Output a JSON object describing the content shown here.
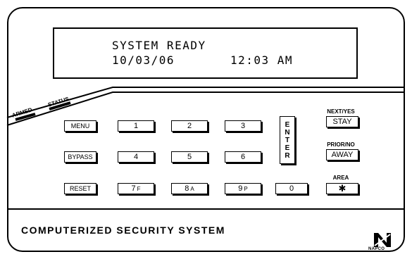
{
  "display": {
    "line1": "SYSTEM READY",
    "date": "10/03/06",
    "time": "12:03 AM"
  },
  "indicators": {
    "armed": "ARMED",
    "status": "STATUS"
  },
  "keys": {
    "menu": "MENU",
    "bypass": "BYPASS",
    "reset": "RESET",
    "k1": "1",
    "k2": "2",
    "k3": "3",
    "k4": "4",
    "k5": "5",
    "k6": "6",
    "k7": "7",
    "k7_sub": "F",
    "k8": "8",
    "k8_sub": "A",
    "k9": "9",
    "k9_sub": "P",
    "k0": "0",
    "enter": [
      "E",
      "N",
      "T",
      "E",
      "R"
    ],
    "stay": "STAY",
    "away": "AWAY",
    "area": "✱"
  },
  "function_labels": {
    "next_yes": "NEXT/YES",
    "prior_no": "PRIOR/NO",
    "area": "AREA"
  },
  "footer": {
    "title": "COMPUTERIZED SECURITY SYSTEM",
    "brand": "NAPCO"
  },
  "colors": {
    "ink": "#000000",
    "background": "#ffffff"
  }
}
